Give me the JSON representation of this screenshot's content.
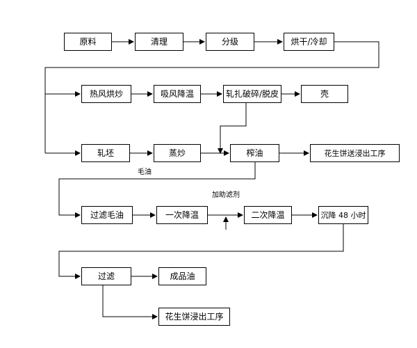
{
  "nodes": {
    "raw_material": "原料",
    "cleaning": "清理",
    "grading": "分级",
    "drying_cooling": "烘干/冷却",
    "hot_air_roasting": "热风烘炒",
    "suction_cooling": "吸风降温",
    "rolling_crushing_peeling": "轧扎破碎/脱皮",
    "shell": "壳",
    "rolling_flakes": "轧坯",
    "steam_frying": "蒸炒",
    "pressing": "榨油",
    "cake_to_leaching_1": "花生饼送浸出工序",
    "filter_crude_oil": "过滤毛油",
    "first_cooling": "一次降温",
    "second_cooling": "二次降温",
    "settling_48h": "沉降 48 小时",
    "filtering": "过滤",
    "finished_oil": "成品油",
    "cake_to_leaching_2": "花生饼浸出工序"
  },
  "labels": {
    "crude_oil": "毛油",
    "add_filter_aid": "加助滤剂"
  }
}
